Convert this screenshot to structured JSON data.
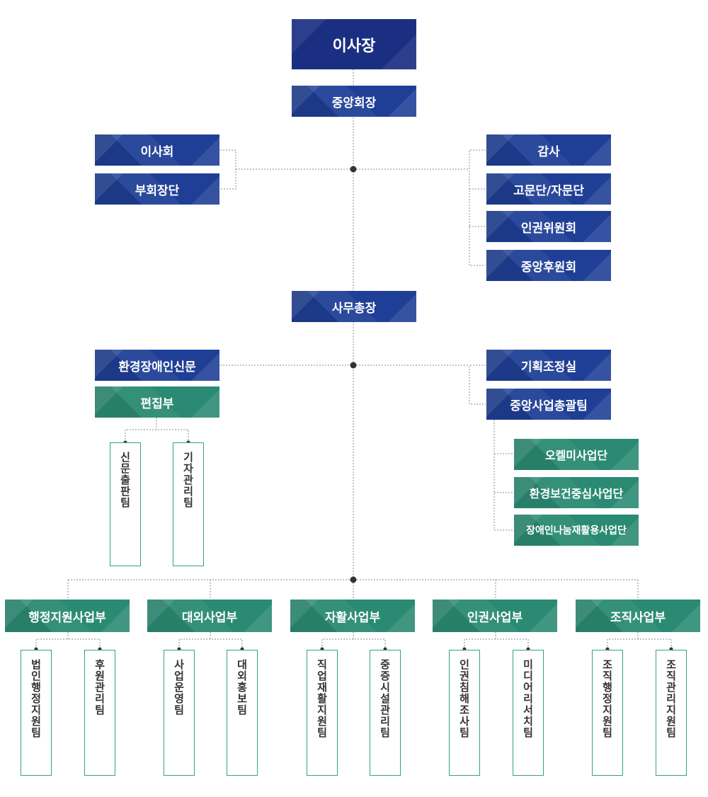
{
  "top": {
    "chairman": "이사장",
    "president": "중앙회장"
  },
  "left_committees": [
    "이사회",
    "부회장단"
  ],
  "right_committees": [
    "감사",
    "고문단/자문단",
    "인권위원회",
    "중앙후원회"
  ],
  "secretary_general": "사무총장",
  "newspaper": {
    "title": "환경장애인신문",
    "department": "편집부",
    "teams": [
      "신문출판팀",
      "기자관리팀"
    ]
  },
  "right_units": {
    "planning": "기획조정실",
    "central_team": "중앙사업총괄팀",
    "projects": [
      "오켈미사업단",
      "환경보건중심사업단",
      "장애인나눔재활용사업단"
    ]
  },
  "divisions": [
    {
      "name": "행정지원사업부",
      "teams": [
        "법인행정지원팀",
        "후원관리팀"
      ]
    },
    {
      "name": "대외사업부",
      "teams": [
        "사업운영팀",
        "대외홍보팀"
      ]
    },
    {
      "name": "자활사업부",
      "teams": [
        "직업재활지원팀",
        "중증시설관리팀"
      ]
    },
    {
      "name": "인권사업부",
      "teams": [
        "인권침해조사팀",
        "미디어리서치팀"
      ]
    },
    {
      "name": "조직사업부",
      "teams": [
        "조직행정지원팀",
        "조직관리지원팀"
      ]
    }
  ]
}
